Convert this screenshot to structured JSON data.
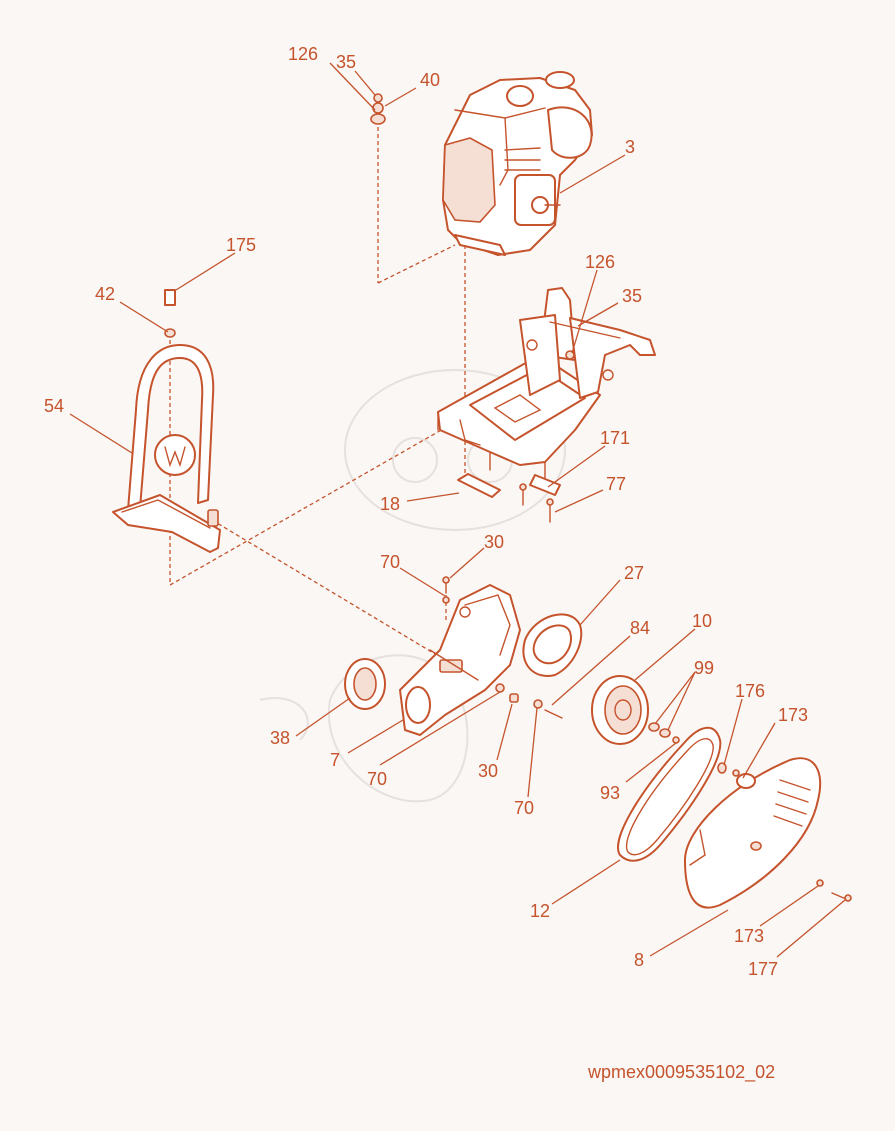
{
  "colors": {
    "accent": "#c5532c",
    "background": "#faf7f5"
  },
  "labels": {
    "126a": "126",
    "35a": "35",
    "40": "40",
    "3": "3",
    "175": "175",
    "42": "42",
    "126b": "126",
    "35b": "35",
    "54": "54",
    "171": "171",
    "77": "77",
    "18": "18",
    "70a": "70",
    "30a": "30",
    "27": "27",
    "84": "84",
    "10": "10",
    "99": "99",
    "176": "176",
    "173a": "173",
    "38": "38",
    "7": "7",
    "70b": "70",
    "30b": "30",
    "70c": "70",
    "93": "93",
    "12": "12",
    "173b": "173",
    "8": "8",
    "177": "177"
  },
  "footer": {
    "diagram_id": "wpmex0009535102_02"
  }
}
